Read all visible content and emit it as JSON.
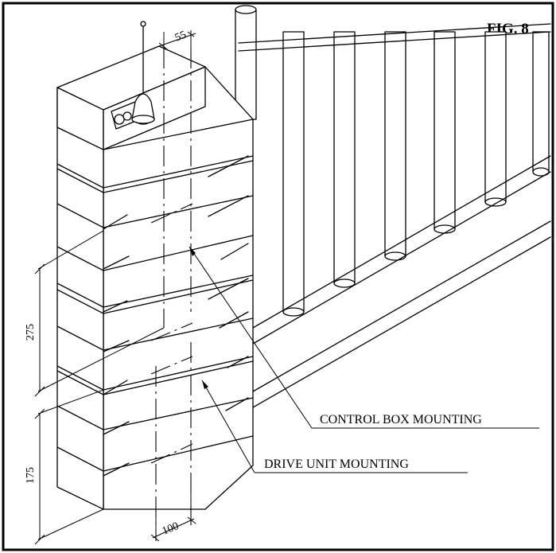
{
  "figure_label": "FIG. 8",
  "labels": {
    "control_box": "CONTROL BOX MOUNTING",
    "drive_unit": "DRIVE UNIT MOUNTING"
  },
  "dimensions": {
    "offset_top": "55",
    "height_control": "275",
    "height_drive": "175",
    "width_bottom": "100"
  }
}
